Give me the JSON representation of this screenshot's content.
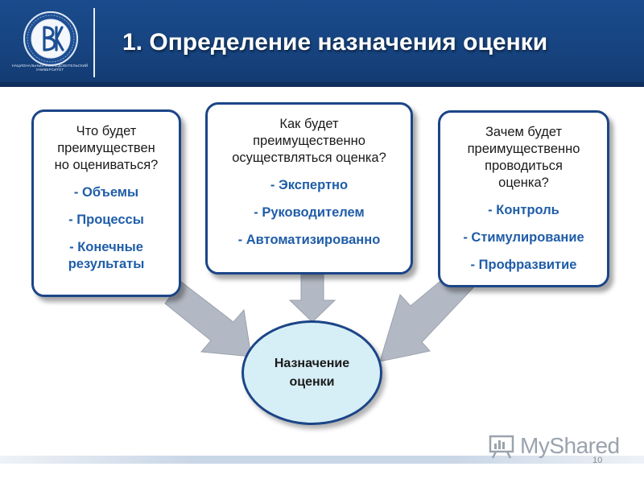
{
  "slide": {
    "title": "1. Определение назначения оценки",
    "page_number": "10",
    "logo_caption": "НАЦИОНАЛЬНЫЙ ИССЛЕДОВАТЕЛЬСКИЙ\nУНИВЕРСИТЕТ"
  },
  "boxes": {
    "left": {
      "question": [
        "Что будет",
        "преимуществен",
        "но оцениваться?"
      ],
      "answers": [
        "- Объемы",
        "- Процессы",
        "- Конечные результаты"
      ]
    },
    "middle": {
      "question": [
        "Как будет",
        "преимущественно",
        "осуществляться оценка?"
      ],
      "answers": [
        "- Экспертно",
        "- Руководителем",
        "- Автоматизированно"
      ]
    },
    "right": {
      "question": [
        "Зачем будет",
        "преимущественно",
        "проводиться",
        "оценка?"
      ],
      "answers": [
        "- Контроль",
        "- Стимулирование",
        "- Профразвитие"
      ]
    }
  },
  "center": {
    "line1": "Назначение",
    "line2": "оценки"
  },
  "watermark": {
    "text": "MyShared",
    "icon": "chalkboard-icon"
  },
  "colors": {
    "header": "#174480",
    "border": "#1c4587",
    "answer": "#1f5da8",
    "ellipse": "#d6eef6",
    "arrow": "#b3b9c4"
  }
}
